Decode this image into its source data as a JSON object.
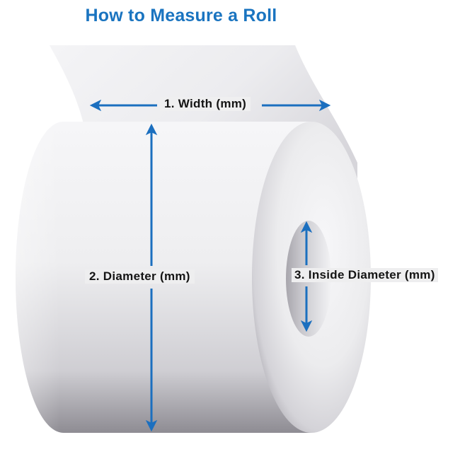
{
  "title": "How to Measure a Roll",
  "labels": {
    "width": "1. Width (mm)",
    "diameter": "2. Diameter (mm)",
    "inside_diameter": "3. Inside Diameter (mm)"
  },
  "colors": {
    "title": "#1a74c0",
    "arrow": "#1b6fbf",
    "label_text": "#141414",
    "roll_light": "#f3f3f5",
    "roll_shadow": "#9a989f"
  }
}
